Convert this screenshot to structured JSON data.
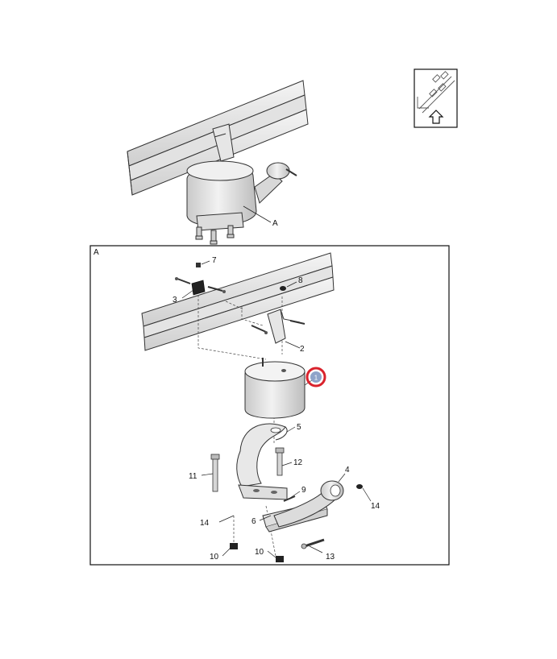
{
  "detail_frame_label": "A",
  "overview_callout": "A",
  "callouts": {
    "c1": "1",
    "c2": "2",
    "c3": "3",
    "c4": "4",
    "c5": "5",
    "c6": "6",
    "c7": "7",
    "c8": "8",
    "c9": "9",
    "c10a": "10",
    "c10b": "10",
    "c11": "11",
    "c12": "12",
    "c13": "13",
    "c14a": "14",
    "c14b": "14"
  },
  "highlight_color": "#d9232d",
  "highlight_fill": "#8ea3c9",
  "icons": {
    "orientation": "orientation-arrow-icon"
  }
}
